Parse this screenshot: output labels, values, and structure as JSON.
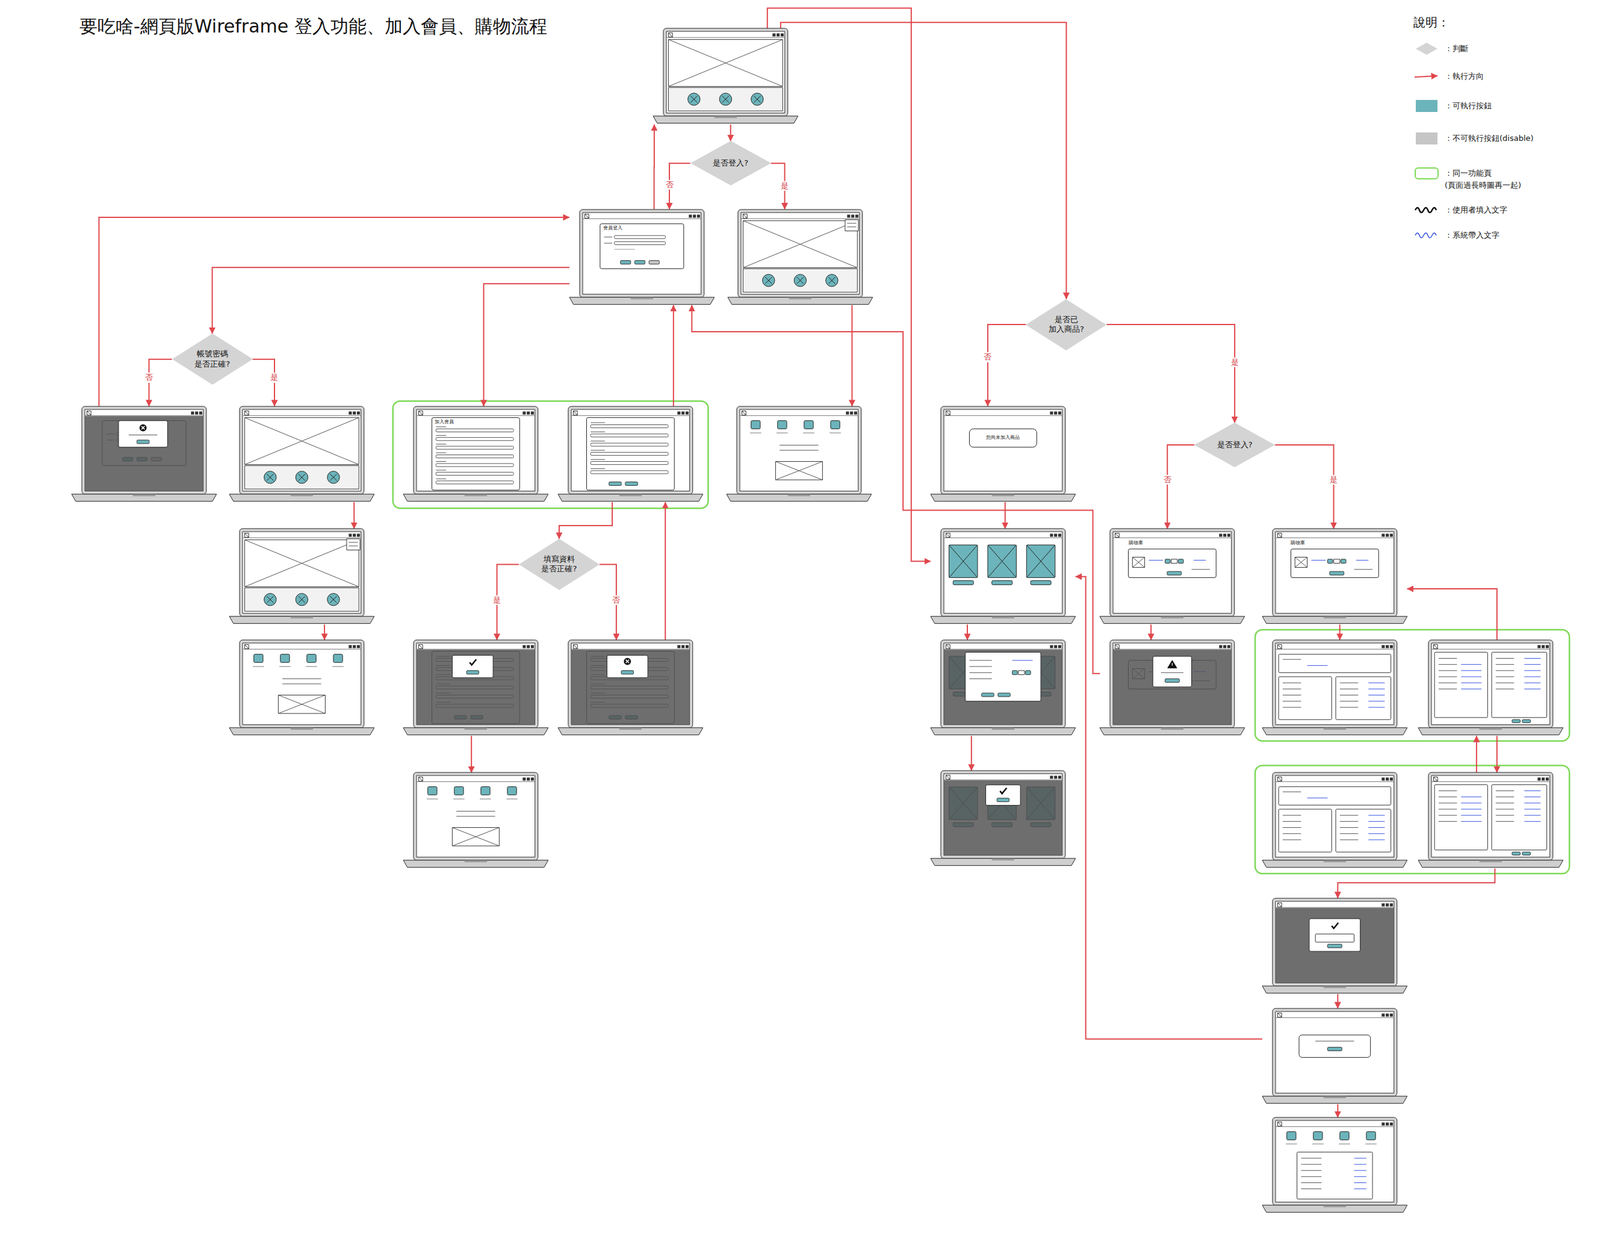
{
  "diagram": {
    "title": "要吃啥-網頁版Wireframe 登入功能、加入會員、購物流程",
    "nodes": [
      {
        "text": []
      },
      {
        "text": [
          "是否登入?"
        ]
      },
      {
        "text": [
          "會員登入"
        ]
      },
      {
        "text": []
      },
      {
        "text": [
          "是否已 加入商品?"
        ]
      },
      {
        "text": [
          "帳號密碼 是否正確?"
        ]
      },
      {
        "text": []
      },
      {
        "text": []
      },
      {
        "text": [
          "加入會員"
        ]
      },
      {
        "text": []
      },
      {
        "text": []
      },
      {
        "text": [
          "您尚未加入商品"
        ]
      },
      {
        "text": [
          "是否登入?"
        ]
      },
      {
        "text": []
      },
      {
        "text": []
      },
      {
        "text": [
          "購物車"
        ]
      },
      {
        "text": [
          "購物車"
        ]
      },
      {
        "text": [
          "填寫資料 是否正確?"
        ]
      },
      {
        "text": []
      },
      {
        "text": []
      },
      {
        "text": []
      },
      {
        "text": []
      },
      {
        "text": []
      },
      {
        "text": []
      },
      {
        "text": []
      },
      {
        "text": []
      },
      {
        "text": []
      },
      {
        "text": []
      },
      {
        "text": []
      },
      {
        "text": []
      },
      {
        "text": []
      },
      {
        "text": []
      }
    ],
    "edges": [
      {
        "from": 0,
        "to": 1,
        "arrow": "to"
      },
      {
        "from": 1,
        "to": 2,
        "label": "否",
        "arrow": "to"
      },
      {
        "from": 1,
        "to": 3,
        "label": "是",
        "arrow": "to"
      },
      {
        "from": 2,
        "to": 5,
        "arrow": "to"
      },
      {
        "from": 5,
        "to": 6,
        "label": "否",
        "arrow": "to"
      },
      {
        "from": 5,
        "to": 7,
        "label": "是",
        "arrow": "to"
      },
      {
        "from": 6,
        "to": 2,
        "arrow": "to"
      },
      {
        "from": 7,
        "to": 13,
        "arrow": "to"
      },
      {
        "from": 13,
        "to": 18,
        "arrow": "to"
      },
      {
        "from": 2,
        "to": 8,
        "arrow": "to"
      },
      {
        "from": 9,
        "to": 17,
        "arrow": "to"
      },
      {
        "from": 17,
        "to": 19,
        "label": "是",
        "arrow": "to"
      },
      {
        "from": 17,
        "to": 20,
        "label": "否",
        "arrow": "to"
      },
      {
        "from": 20,
        "to": 9,
        "arrow": "to"
      },
      {
        "from": 19,
        "to": 25,
        "arrow": "to"
      },
      {
        "from": 9,
        "to": 2,
        "arrow": "to"
      },
      {
        "from": 2,
        "to": 0,
        "arrow": "to"
      },
      {
        "from": 3,
        "to": 10,
        "arrow": "to"
      },
      {
        "from": 0,
        "to": 4,
        "arrow": "to"
      },
      {
        "from": 0,
        "to": 14,
        "arrow": "to"
      },
      {
        "from": 4,
        "to": 11,
        "label": "否",
        "arrow": "to"
      },
      {
        "from": 4,
        "to": 12,
        "label": "是",
        "arrow": "to"
      },
      {
        "from": 11,
        "to": 14,
        "arrow": "to"
      },
      {
        "from": 14,
        "to": 21,
        "arrow": "to"
      },
      {
        "from": 21,
        "to": 26,
        "arrow": "to"
      },
      {
        "from": 12,
        "to": 15,
        "label": "否",
        "arrow": "to"
      },
      {
        "from": 12,
        "to": 16,
        "label": "是",
        "arrow": "to"
      },
      {
        "from": 15,
        "to": 22,
        "arrow": "to"
      },
      {
        "from": 22,
        "to": 2,
        "arrow": "to"
      },
      {
        "from": 16,
        "to": 23,
        "arrow": "to"
      },
      {
        "from": 24,
        "to": 16,
        "arrow": "to"
      },
      {
        "from": 24,
        "to": 28,
        "arrow": "to"
      },
      {
        "from": 28,
        "to": 24,
        "arrow": "to"
      },
      {
        "from": 28,
        "to": 29,
        "arrow": "to"
      },
      {
        "from": 29,
        "to": 30,
        "arrow": "to"
      },
      {
        "from": 30,
        "to": 14,
        "arrow": "to"
      },
      {
        "from": 30,
        "to": 31,
        "arrow": "to"
      }
    ],
    "labels": [
      "說明："
    ],
    "legend": [
      {
        "text": "：判斷"
      },
      {
        "text": "：執行方向"
      },
      {
        "text": "：可執行按鈕",
        "color": "#6cb4bb"
      },
      {
        "text": "：不可執行按鈕(disable)",
        "color": "#c6c6c6"
      },
      {
        "text": "：同一功能頁 (頁面過長時圖再一起)"
      },
      {
        "text": "：使用者填入文字"
      },
      {
        "text": "：系統帶入文字"
      }
    ]
  }
}
